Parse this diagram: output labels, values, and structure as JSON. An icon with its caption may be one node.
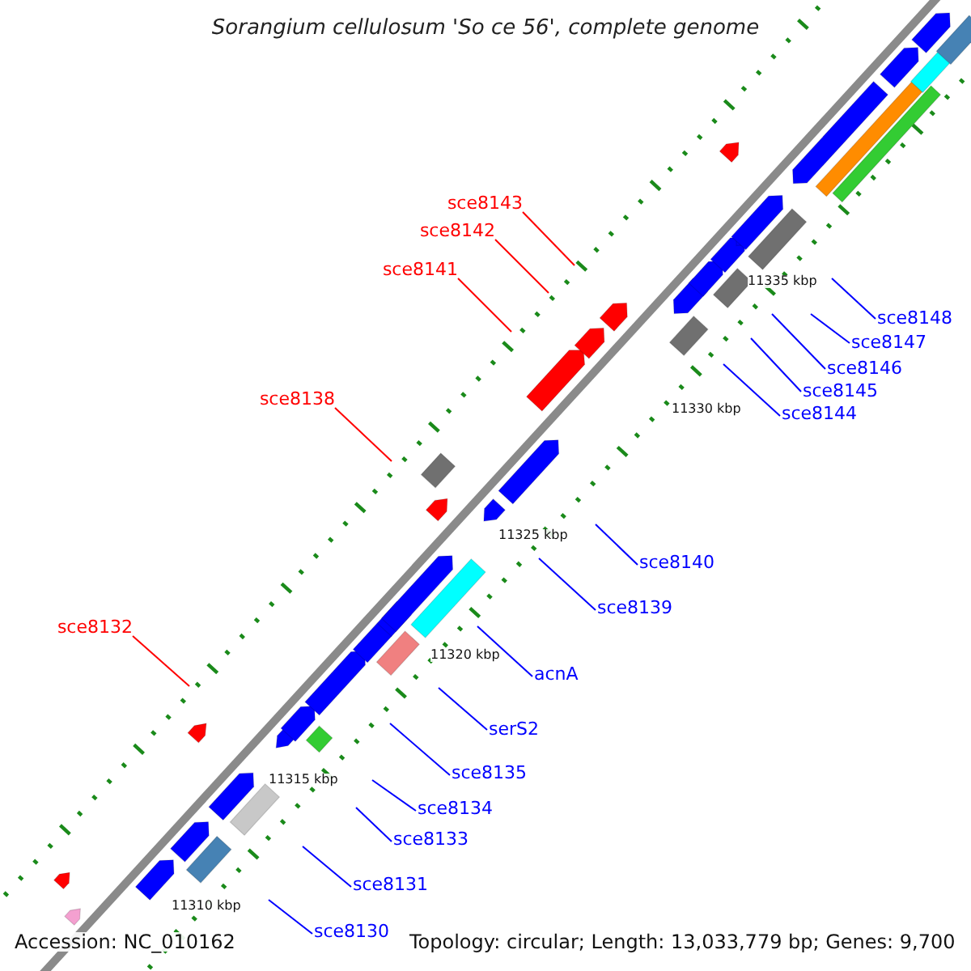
{
  "diagram": {
    "title": "Sorangium cellulosum 'So ce 56', complete genome",
    "nodes": [
      {
        "text": [
          "sce8143"
        ]
      },
      {
        "text": [
          "sce8142"
        ]
      },
      {
        "text": [
          "sce8141"
        ]
      },
      {
        "text": [
          "sce8138"
        ]
      },
      {
        "text": [
          "sce8132"
        ]
      },
      {
        "text": [
          "sce8148"
        ]
      },
      {
        "text": [
          "sce8147"
        ]
      },
      {
        "text": [
          "sce8146"
        ]
      },
      {
        "text": [
          "sce8145"
        ]
      },
      {
        "text": [
          "sce8144"
        ]
      },
      {
        "text": [
          "sce8140"
        ]
      },
      {
        "text": [
          "sce8139"
        ]
      },
      {
        "text": [
          "acnA"
        ]
      },
      {
        "text": [
          "serS2"
        ]
      },
      {
        "text": [
          "sce8135"
        ]
      },
      {
        "text": [
          "sce8134"
        ]
      },
      {
        "text": [
          "sce8133"
        ]
      },
      {
        "text": [
          "sce8131"
        ]
      },
      {
        "text": [
          "sce8130"
        ]
      }
    ],
    "edges": [
      {
        "from": 0,
        "to": null,
        "arrow": "none",
        "color": "#ff0000"
      },
      {
        "from": 1,
        "to": null,
        "arrow": "none",
        "color": "#ff0000"
      },
      {
        "from": 2,
        "to": null,
        "arrow": "none",
        "color": "#ff0000"
      },
      {
        "from": 3,
        "to": null,
        "arrow": "none",
        "color": "#ff0000"
      },
      {
        "from": 4,
        "to": null,
        "arrow": "none",
        "color": "#ff0000"
      },
      {
        "from": 5,
        "to": null,
        "arrow": "none"
      },
      {
        "from": 6,
        "to": null,
        "arrow": "none"
      },
      {
        "from": 7,
        "to": null,
        "arrow": "none"
      },
      {
        "from": 8,
        "to": null,
        "arrow": "none"
      },
      {
        "from": 9,
        "to": null,
        "arrow": "none"
      },
      {
        "from": 10,
        "to": null,
        "arrow": "none"
      },
      {
        "from": 11,
        "to": null,
        "arrow": "none"
      },
      {
        "from": 12,
        "to": null,
        "arrow": "none"
      },
      {
        "from": 13,
        "to": null,
        "arrow": "none"
      },
      {
        "from": 14,
        "to": null,
        "arrow": "none"
      },
      {
        "from": 15,
        "to": null,
        "arrow": "none"
      },
      {
        "from": 16,
        "to": null,
        "arrow": "none"
      },
      {
        "from": 17,
        "to": null,
        "arrow": "none"
      },
      {
        "from": 18,
        "to": null,
        "arrow": "none"
      }
    ],
    "labels": [
      "11335 kbp",
      "11330 kbp",
      "11325 kbp",
      "11320 kbp",
      "11315 kbp",
      "11310 kbp",
      "Accession: NC_010162",
      "Topology: circular; Length: 13,033,779 bp; Genes: 9,700"
    ]
  }
}
